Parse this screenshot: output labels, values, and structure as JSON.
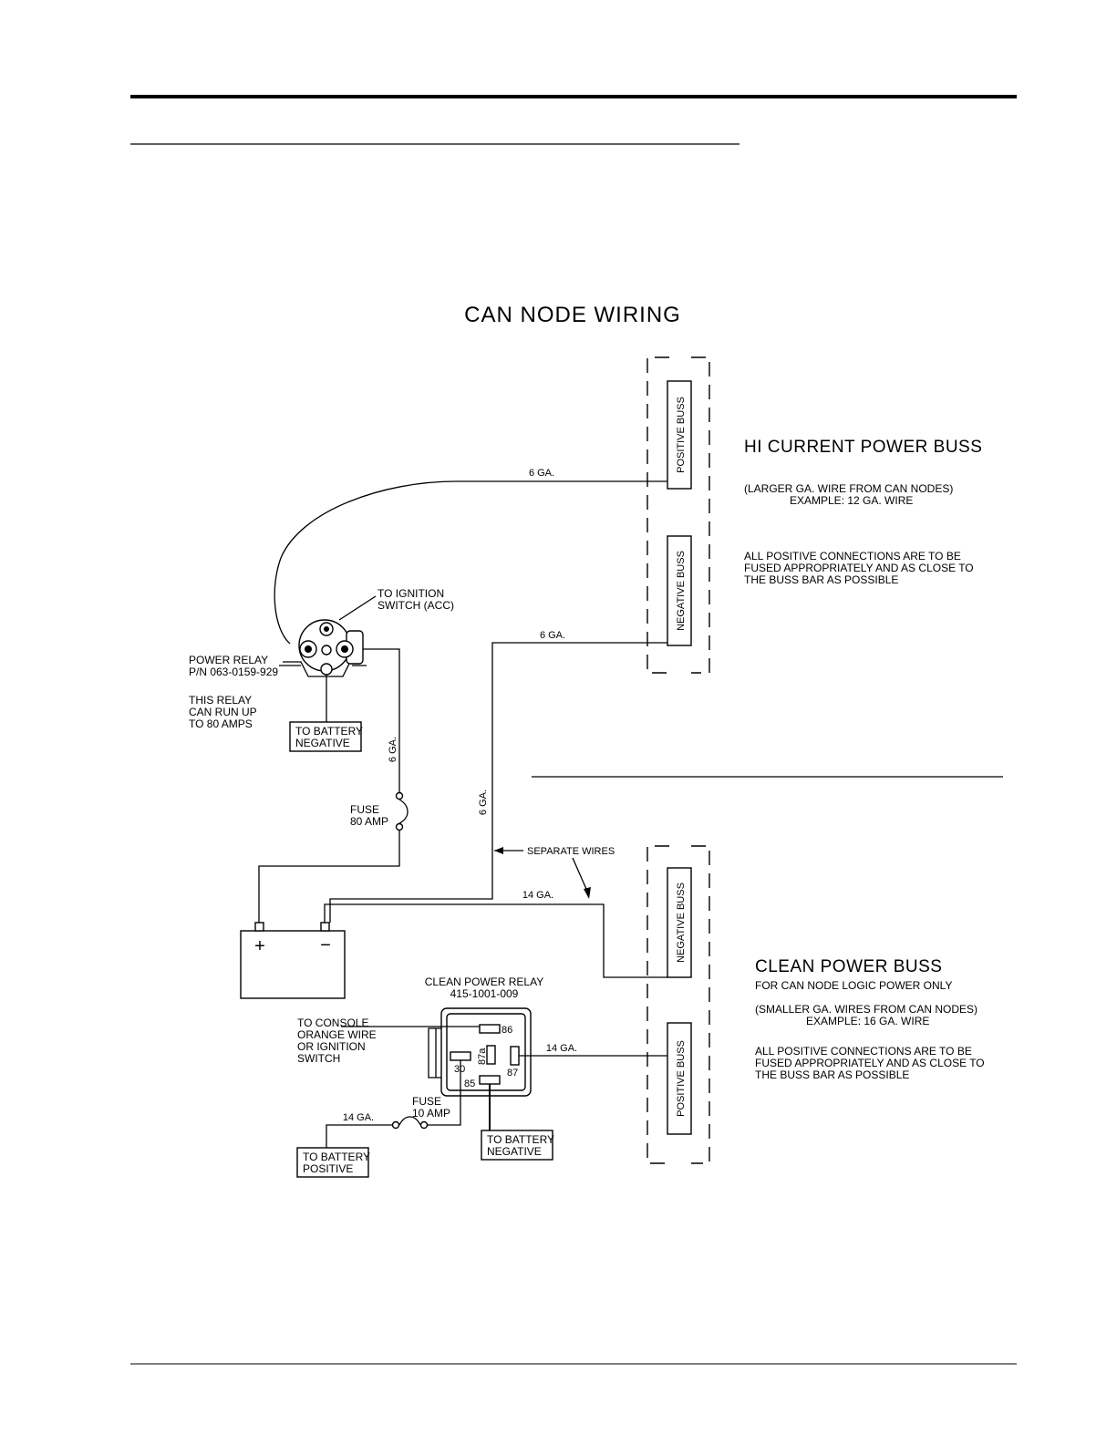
{
  "diagram": {
    "title": "CAN NODE WIRING",
    "hi_current": {
      "heading": "HI CURRENT POWER BUSS",
      "note1_line1": "(LARGER GA. WIRE FROM CAN NODES)",
      "note1_line2": "EXAMPLE:   12 GA. WIRE",
      "note2_line1": "ALL POSITIVE CONNECTIONS ARE TO BE",
      "note2_line2": "FUSED APPROPRIATELY AND AS CLOSE TO",
      "note2_line3": "THE BUSS BAR AS POSSIBLE",
      "positive_buss": "POSITIVE BUSS",
      "negative_buss": "NEGATIVE BUSS"
    },
    "clean": {
      "heading": "CLEAN POWER BUSS",
      "subheading": "FOR CAN NODE LOGIC POWER ONLY",
      "note1_line1": "(SMALLER GA. WIRES FROM CAN NODES)",
      "note1_line2": "EXAMPLE:   16 GA. WIRE",
      "note2_line1": "ALL POSITIVE CONNECTIONS ARE TO BE",
      "note2_line2": "FUSED APPROPRIATELY AND AS CLOSE TO",
      "note2_line3": "THE BUSS BAR AS POSSIBLE",
      "negative_buss": "NEGATIVE BUSS",
      "positive_buss": "POSITIVE BUSS"
    },
    "power_relay": {
      "line1": "POWER RELAY",
      "line2": "P/N 063-0159-929",
      "note_line1": "THIS RELAY",
      "note_line2": "CAN RUN UP",
      "note_line3": "TO 80 AMPS"
    },
    "ignition": {
      "line1": "TO IGNITION",
      "line2": "SWITCH (ACC)"
    },
    "battery_negative_1": {
      "line1": "TO BATTERY",
      "line2": "NEGATIVE"
    },
    "fuse_80": {
      "line1": "FUSE",
      "line2": "80 AMP"
    },
    "wire_labels": {
      "ga6_top": "6 GA.",
      "ga6_mid": "6 GA.",
      "ga6_vert_left": "6 GA.",
      "ga6_vert_right": "6 GA.",
      "ga14_neg": "14 GA.",
      "ga14_pos": "14 GA.",
      "ga14_fuse": "14 GA."
    },
    "separate_wires": "SEPARATE WIRES",
    "battery": {
      "plus": "+",
      "minus": "−"
    },
    "clean_relay": {
      "line1": "CLEAN POWER RELAY",
      "line2": "415-1001-009",
      "pin86": "86",
      "pin30": "30",
      "pin85": "85",
      "pin87": "87",
      "pin87a": "87a"
    },
    "console": {
      "line1": "TO CONSOLE",
      "line2": "ORANGE WIRE",
      "line3": "OR IGNITION",
      "line4": "SWITCH"
    },
    "fuse_10": {
      "line1": "FUSE",
      "line2": "10 AMP"
    },
    "battery_positive": {
      "line1": "TO BATTERY",
      "line2": "POSITIVE"
    },
    "battery_negative_2": {
      "line1": "TO BATTERY",
      "line2": "NEGATIVE"
    }
  }
}
